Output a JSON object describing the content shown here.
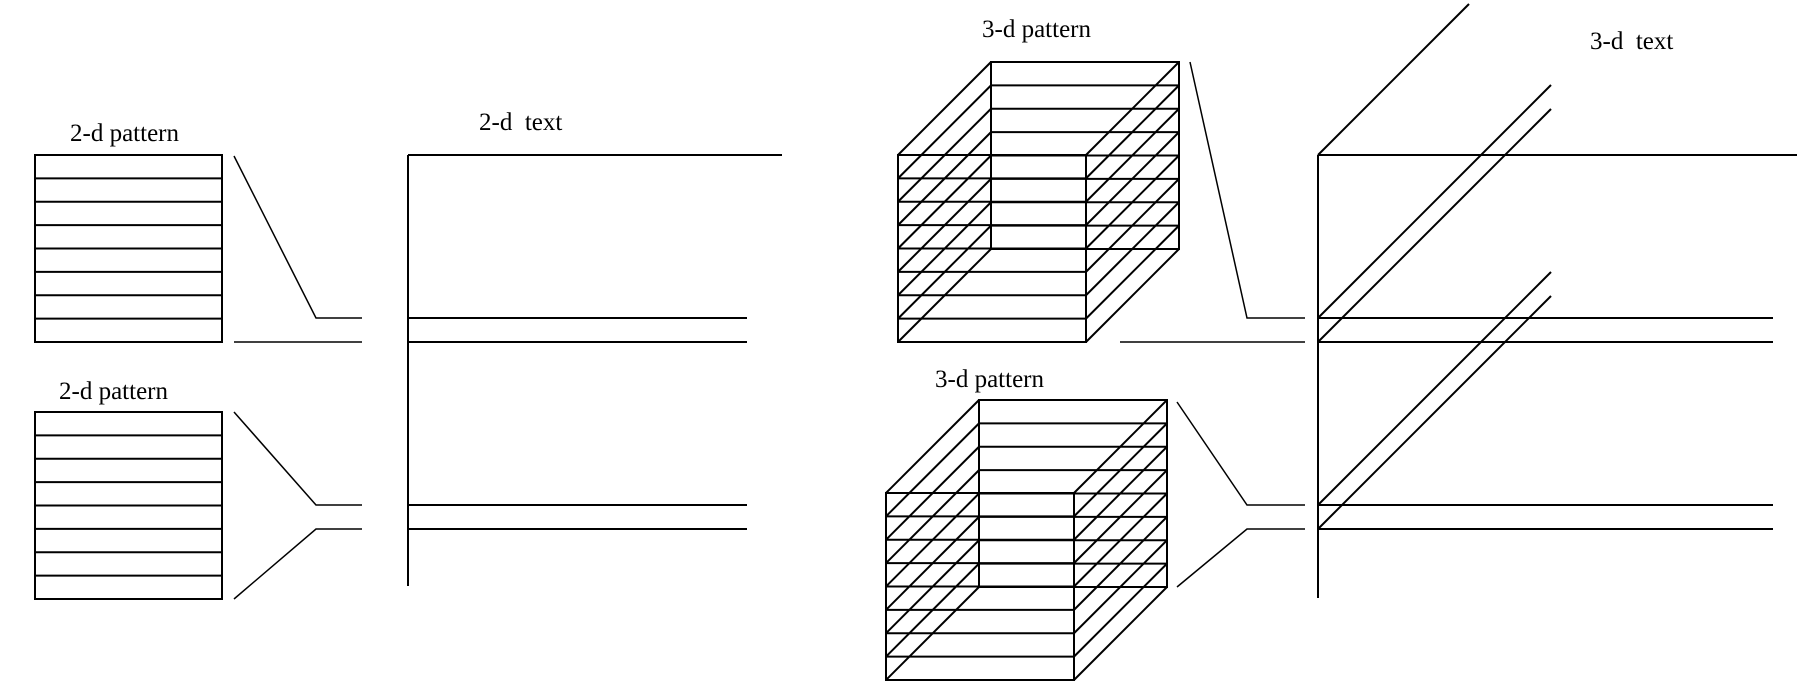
{
  "labels": {
    "left_top_pattern": "2-d pattern",
    "left_bottom_pattern": "2-d pattern",
    "left_text": "2-d  text",
    "right_top_pattern": "3-d pattern",
    "right_bottom_pattern": "3-d pattern",
    "right_text": "3-d  text"
  },
  "colors": {
    "stroke": "#000000",
    "background": "#ffffff"
  }
}
